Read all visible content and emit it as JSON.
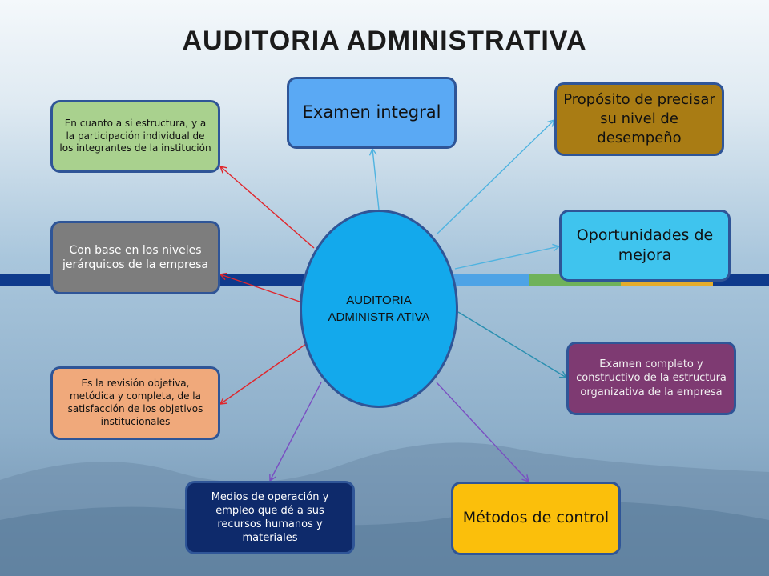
{
  "title": "AUDITORIA ADMINISTRATIVA",
  "center_label": "AUDITORIA ADMINISTR ATIVA",
  "nodes": [
    {
      "id": "examen-integral",
      "label": "Examen integral",
      "fill": "#5aa9f4",
      "text_color": "#111111"
    },
    {
      "id": "proposito",
      "label": "Propósito de precisar su nivel de desempeño",
      "fill": "#a97c14",
      "text_color": "#111111"
    },
    {
      "id": "oportunidades",
      "label": "Oportunidades de mejora",
      "fill": "#3fc4ee",
      "text_color": "#111111"
    },
    {
      "id": "examen-completo",
      "label": "Examen completo y constructivo de la estructura organizativa de la empresa",
      "fill": "#7e3a72",
      "text_color": "#f2f2f2"
    },
    {
      "id": "metodos",
      "label": "Métodos de control",
      "fill": "#fbbf0b",
      "text_color": "#111111"
    },
    {
      "id": "medios",
      "label": "Medios de operación y empleo que dé a sus recursos humanos y materiales",
      "fill": "#0e2a6b",
      "text_color": "#ffffff"
    },
    {
      "id": "revision",
      "label": "Es la revisión objetiva, metódica y completa, de la satisfacción de los objetivos institucionales",
      "fill": "#f0a97b",
      "text_color": "#111111"
    },
    {
      "id": "niveles",
      "label": "Con base en los niveles jerárquicos de la empresa",
      "fill": "#7d7d7d",
      "text_color": "#ffffff"
    },
    {
      "id": "estructura",
      "label": "En cuanto a si estructura, y a la participación individual de los integrantes de la institución",
      "fill": "#a9d18e",
      "text_color": "#111111"
    }
  ],
  "arrow_colors": {
    "blue": "#4fb3e0",
    "red": "#e0262c",
    "teal": "#2a8fb0",
    "purple": "#7a4fc2"
  }
}
